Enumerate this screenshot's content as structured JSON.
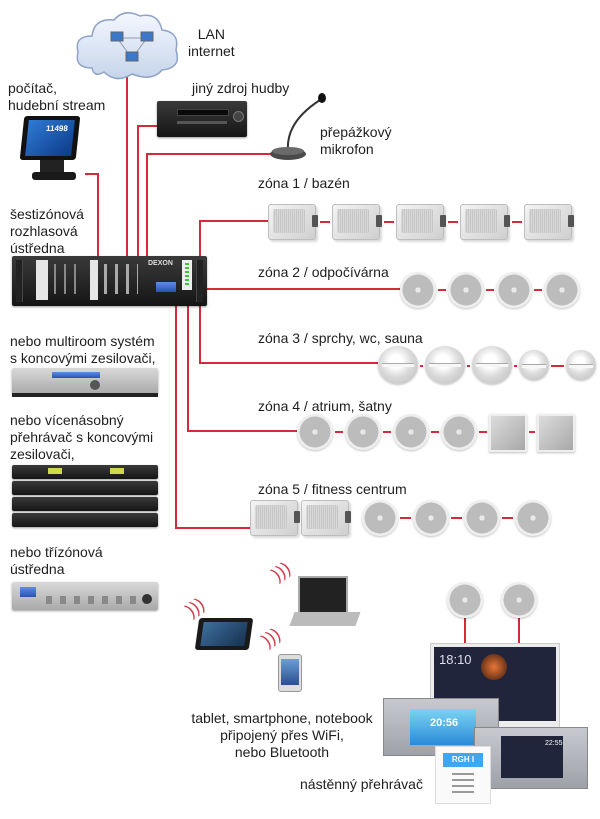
{
  "wire_color": "#d42a3a",
  "sources": {
    "lan": {
      "label": "LAN\ninternet",
      "icon": "cloud-network-icon"
    },
    "computer": {
      "label": "počítač,\nhudební stream",
      "icon": "touchscreen-pc-icon"
    },
    "other_source": {
      "label": "jiný zdroj hudby",
      "icon": "av-receiver-icon"
    },
    "microphone": {
      "label": "přepážkový\nmikrofon",
      "icon": "gooseneck-microphone-icon"
    }
  },
  "central_unit": {
    "label": "šestizónová\nrozhlasová\nústředna",
    "brand": "DEXON",
    "icon": "rack-mixer-amplifier-icon"
  },
  "alternatives": [
    {
      "label": "nebo multiroom systém\ns koncovými zesilovači,",
      "icon": "multiroom-unit-icon"
    },
    {
      "label": "nebo vícenásobný\npřehrávač s koncovými\nzesilovači,",
      "icon": "multi-player-rack-icon"
    },
    {
      "label": "nebo třízónová\nústředna",
      "icon": "three-zone-unit-icon"
    }
  ],
  "zones": [
    {
      "label": "zóna 1 / bazén",
      "speakers": [
        "box",
        "box",
        "box",
        "box",
        "box"
      ]
    },
    {
      "label": "zóna 2 / odpočívárna",
      "speakers": [
        "ceiling",
        "ceiling",
        "ceiling",
        "ceiling"
      ]
    },
    {
      "label": "zóna 3 / sprchy, wc, sauna",
      "speakers": [
        "marine",
        "marine",
        "marine",
        "marine-small",
        "marine-small"
      ]
    },
    {
      "label": "zóna 4 / atrium, šatny",
      "speakers": [
        "ceiling",
        "ceiling",
        "ceiling",
        "ceiling",
        "square",
        "square"
      ]
    },
    {
      "label": "zóna 5 / fitness centrum",
      "speakers": [
        "box",
        "box",
        "ceiling",
        "ceiling",
        "ceiling",
        "ceiling"
      ]
    }
  ],
  "wireless": {
    "label": "tablet, smartphone, notebook\npřipojený přes WiFi,\nnebo Bluetooth",
    "devices": [
      "tablet-icon",
      "smartphone-icon",
      "notebook-icon"
    ]
  },
  "wall_player": {
    "label": "nástěnný přehrávač",
    "panel_time_1": "18:10",
    "panel_time_2": "20:56",
    "panel_time_3": "22:55",
    "lcd_text": "RGH I"
  }
}
